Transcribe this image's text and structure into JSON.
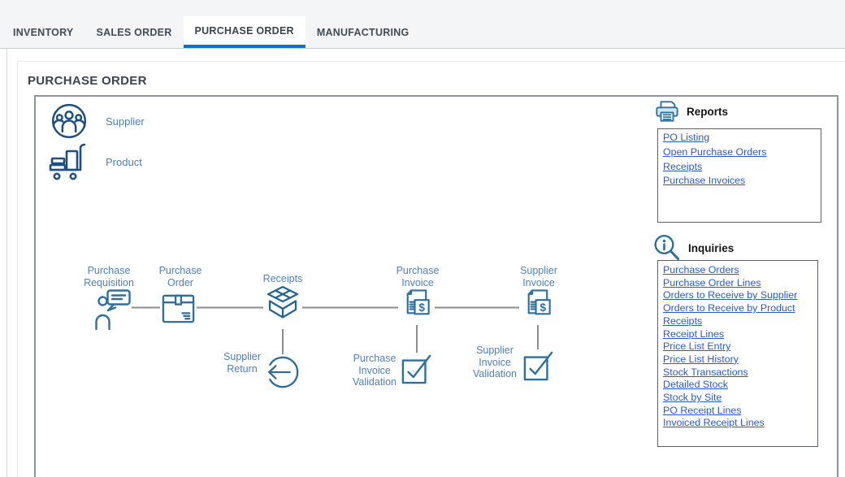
{
  "tabs": [
    {
      "label": "INVENTORY",
      "active": false
    },
    {
      "label": "SALES ORDER",
      "active": false
    },
    {
      "label": "PURCHASE ORDER",
      "active": true
    },
    {
      "label": "MANUFACTURING",
      "active": false
    }
  ],
  "page": {
    "title": "PURCHASE ORDER"
  },
  "entities": {
    "supplier": "Supplier",
    "product": "Product"
  },
  "flow": {
    "purchase_requisition": "Purchase Requisition",
    "purchase_order": "Purchase Order",
    "receipts": "Receipts",
    "purchase_invoice": "Purchase Invoice",
    "supplier_invoice": "Supplier Invoice",
    "supplier_return": "Supplier Return",
    "purchase_invoice_validation": "Purchase Invoice Validation",
    "supplier_invoice_validation": "Supplier Invoice Validation"
  },
  "reports": {
    "title": "Reports",
    "links": [
      "PO Listing",
      "Open Purchase Orders",
      "Receipts",
      "Purchase Invoices"
    ]
  },
  "inquiries": {
    "title": "Inquiries",
    "links": [
      "Purchase Orders",
      "Purchase Order Lines",
      "Orders to Receive by Supplier",
      "Orders to Receive by Product",
      "Receipts",
      "Receipt Lines",
      "Price List Entry",
      "Price List History",
      "Stock Transactions",
      "Detailed Stock",
      "Stock by Site",
      "PO Receipt Lines",
      "Invoiced Receipt Lines"
    ]
  },
  "colors": {
    "tab_accent": "#1072c2",
    "link_blue": "#2a5ac6",
    "diagram_label_blue": "#4e80b8",
    "icon_steel_blue": "#2d6f9f",
    "icon_dark_blue": "#1d5080",
    "connector_gray": "#8c8c8c"
  }
}
